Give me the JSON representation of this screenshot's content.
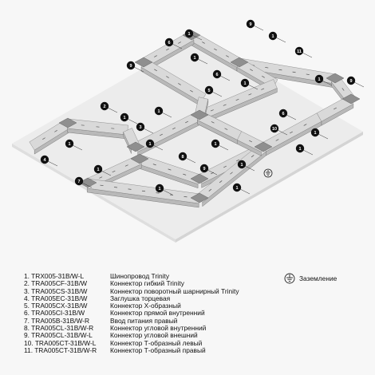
{
  "colors": {
    "background": "#f7f7f7",
    "floor": "#ececec",
    "track_top": "#d9d9d9",
    "track_side": "#b9b9b9",
    "connector": "#8f8f8f",
    "badge": "#111111"
  },
  "icons": [
    "ground-icon"
  ],
  "badges": [
    "1",
    "2",
    "3",
    "4",
    "5",
    "6",
    "7",
    "8",
    "9",
    "10",
    "11"
  ],
  "legend": {
    "items": [
      {
        "code": "1. TRX005-31B/W-L",
        "desc": "Шинопровод Trinity"
      },
      {
        "code": "2. TRA005CF-31B/W",
        "desc": "Коннектор гибкий Trinity"
      },
      {
        "code": "3. TRA005CS-31B/W",
        "desc": "Коннектор поворотный шарнирный Trinity"
      },
      {
        "code": "4. TRA005EC-31B/W",
        "desc": "Заглушка торцевая"
      },
      {
        "code": "5. TRA005CX-31B/W",
        "desc": "Коннектор X-образный"
      },
      {
        "code": "6. TRA005CI-31B/W",
        "desc": "Коннектор прямой внутренний"
      },
      {
        "code": "7. TRA005B-31B/W-R",
        "desc": "Ввод питания правый"
      },
      {
        "code": "8. TRA005CL-31B/W-R",
        "desc": "Коннектор угловой внутренний"
      },
      {
        "code": "9. TRA005CL-31B/W-L",
        "desc": "Коннектор угловой внешний"
      },
      {
        "code": "10. TRA005CT-31B/W-L",
        "desc": "Коннектор Т-образный левый"
      },
      {
        "code": "11. TRA005CT-31B/W-R",
        "desc": "Коннектор Т-образный правый"
      }
    ],
    "ground_label": "Заземление"
  }
}
